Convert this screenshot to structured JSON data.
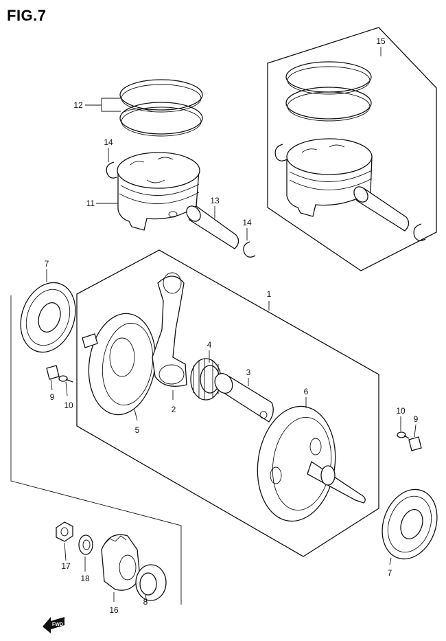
{
  "title": "FIG.7",
  "fwd_badge": "FWD",
  "labels": {
    "c1": "1",
    "c2": "2",
    "c3": "3",
    "c4": "4",
    "c5": "5",
    "c6": "6",
    "c7a": "7",
    "c7b": "7",
    "c8": "8",
    "c9a": "9",
    "c9b": "9",
    "c10a": "10",
    "c10b": "10",
    "c11": "11",
    "c12": "12",
    "c13": "13",
    "c14a": "14",
    "c14b": "14",
    "c15": "15",
    "c16": "16",
    "c17": "17",
    "c18": "18"
  },
  "colors": {
    "line": "#111111",
    "background": "#ffffff"
  }
}
